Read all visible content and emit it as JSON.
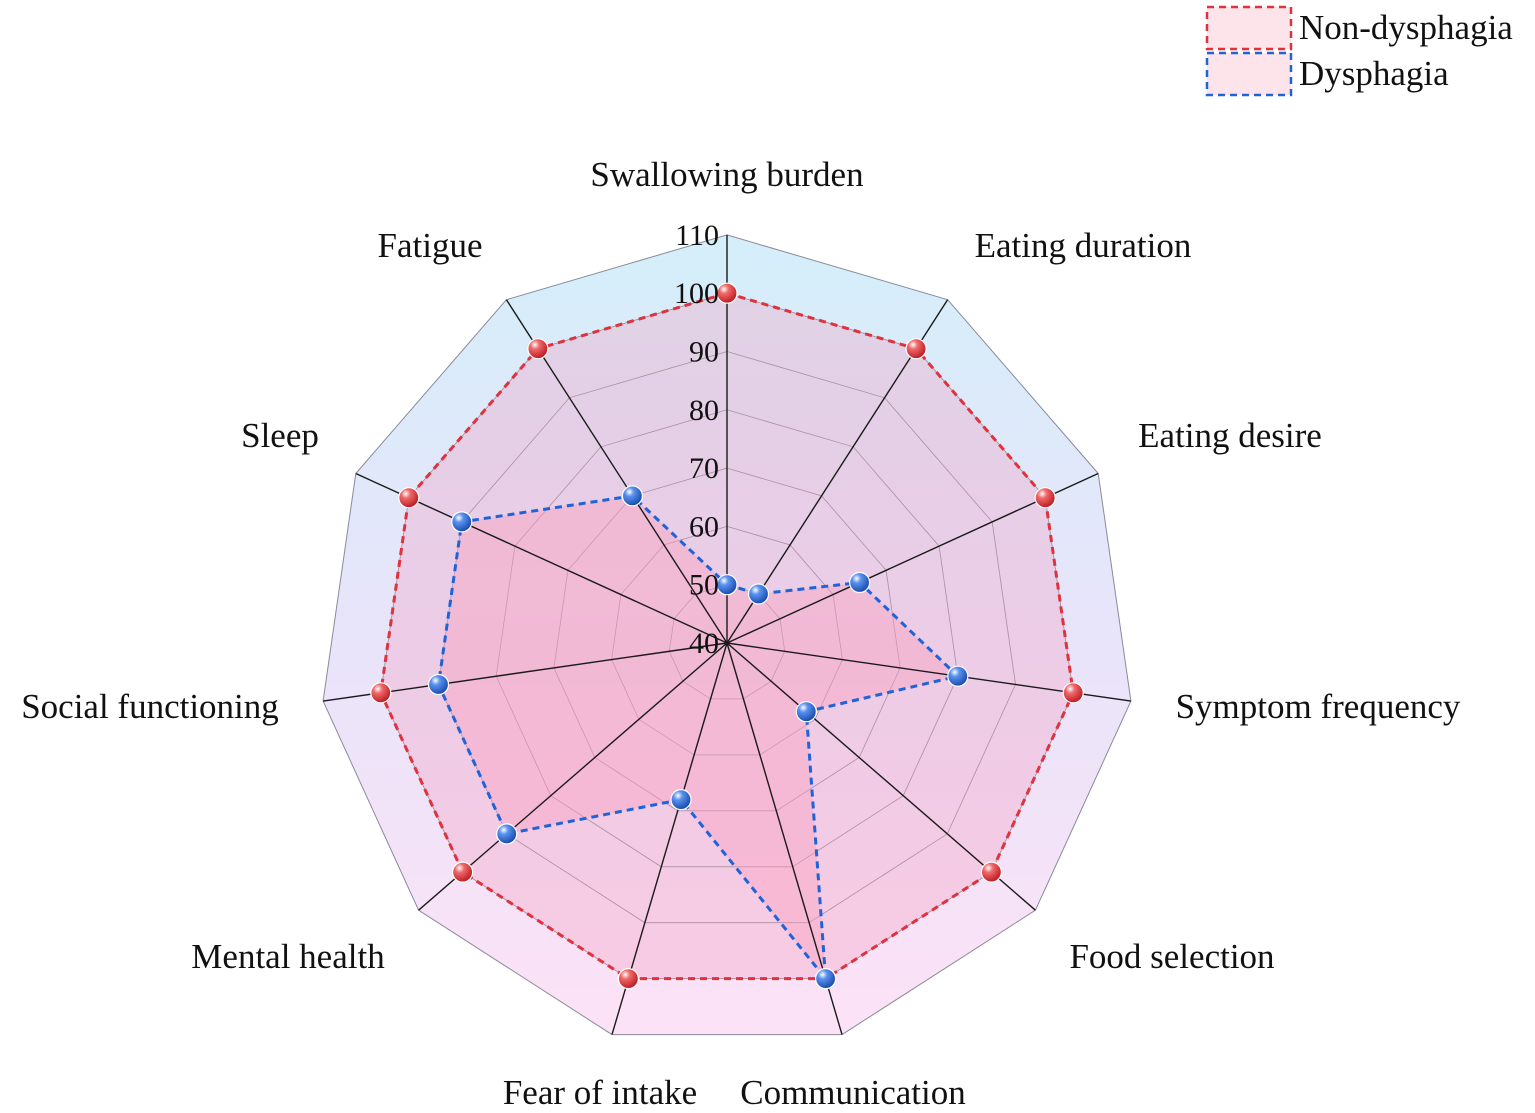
{
  "chart_data": {
    "type": "radar",
    "categories": [
      "Swallowing burden",
      "Eating duration",
      "Eating desire",
      "Symptom frequency",
      "Food selection",
      "Communication",
      "Fear of intake",
      "Mental health",
      "Social functioning",
      "Sleep",
      "Fatigue"
    ],
    "r_ticks": [
      "40",
      "50",
      "60",
      "70",
      "80",
      "90",
      "100",
      "110"
    ],
    "rlim": [
      40,
      110
    ],
    "grid": true,
    "legend_position": "top-right",
    "series": [
      {
        "name": "Non-dysphagia",
        "color": "#e0323c",
        "values": [
          100,
          100,
          100,
          100,
          100,
          100,
          100,
          100,
          100,
          100,
          100
        ]
      },
      {
        "name": "Dysphagia",
        "color": "#1e64d8",
        "values": [
          50,
          50,
          65,
          80,
          58,
          100,
          68,
          90,
          90,
          90,
          70
        ]
      }
    ]
  }
}
